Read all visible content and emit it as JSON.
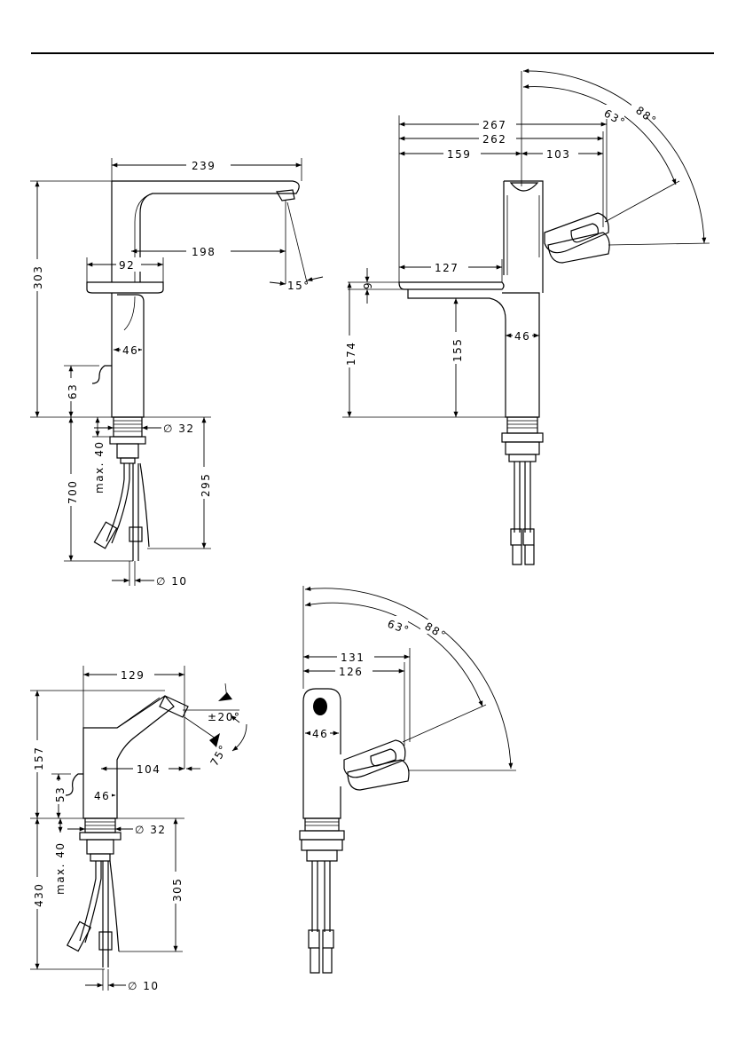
{
  "top_view_faucet_side": {
    "width_239": "239",
    "reach_198": "198",
    "base_92": "92",
    "angle_15": "15°",
    "height_303": "303",
    "body_46": "46",
    "lever_63": "63",
    "thread_32": "∅ 32",
    "max_40": "max. 40",
    "hose_700": "700",
    "shank_295": "295",
    "hose_dia_10": "∅ 10"
  },
  "top_view_faucet_front": {
    "width_267": "267",
    "width_262": "262",
    "width_159": "159",
    "width_103": "103",
    "width_127": "127",
    "height_174": "174",
    "height_155": "155",
    "body_46": "46",
    "gap_9": "9",
    "angle_63": "63°",
    "angle_88": "88°"
  },
  "bidet_side": {
    "width_129": "129",
    "reach_104": "104",
    "angle_20": "±20°",
    "angle_75": "75°",
    "height_157": "157",
    "lever_53": "53",
    "body_46": "46",
    "thread_32": "∅ 32",
    "max_40": "max. 40",
    "hose_430": "430",
    "shank_305": "305",
    "hose_dia_10": "∅ 10"
  },
  "bidet_front": {
    "width_131": "131",
    "width_126": "126",
    "body_46": "46",
    "angle_63": "63°",
    "angle_88": "88°"
  }
}
